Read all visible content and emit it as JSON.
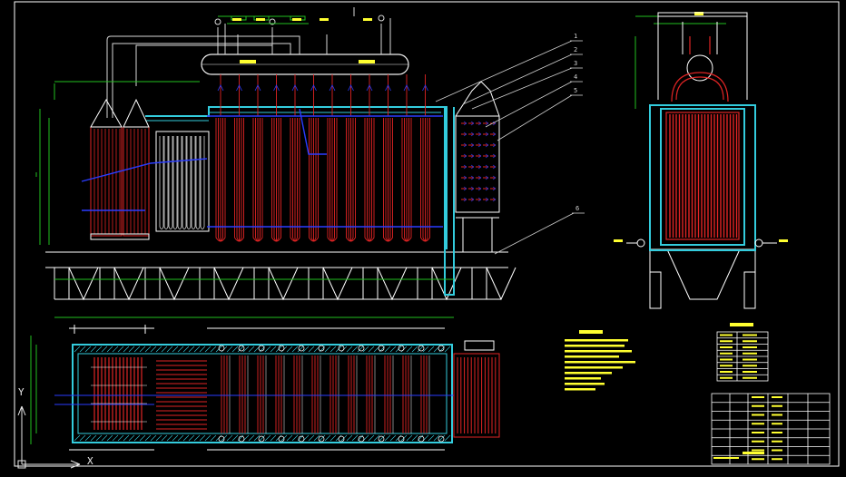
{
  "view": {
    "background": "#000000",
    "ucs_x": "X",
    "ucs_y": "Y"
  },
  "colors": {
    "frame": "#ffffff",
    "wall": "#33ccdd",
    "tube": "#e02424",
    "pipe": "#d8d8d8",
    "header": "#f0f0f0",
    "flow": "#2a3cff",
    "dim": "#22c020",
    "note": "#ffff30",
    "leader": "#d0d0d0"
  },
  "callout_numbers": [
    "1",
    "2",
    "3",
    "4",
    "5",
    "6"
  ],
  "front_elevation": {
    "superheater_panel_count": 12,
    "post_tube_count": 2
  },
  "plan_view": {
    "tube_group_count": 12
  },
  "side_elevation": {
    "tube_count": 22
  },
  "notes_block": {
    "line_count": 10
  },
  "spec_table": {
    "rows": 8,
    "cols": 3
  },
  "title_block": {
    "rows": 8,
    "cols": 5
  }
}
